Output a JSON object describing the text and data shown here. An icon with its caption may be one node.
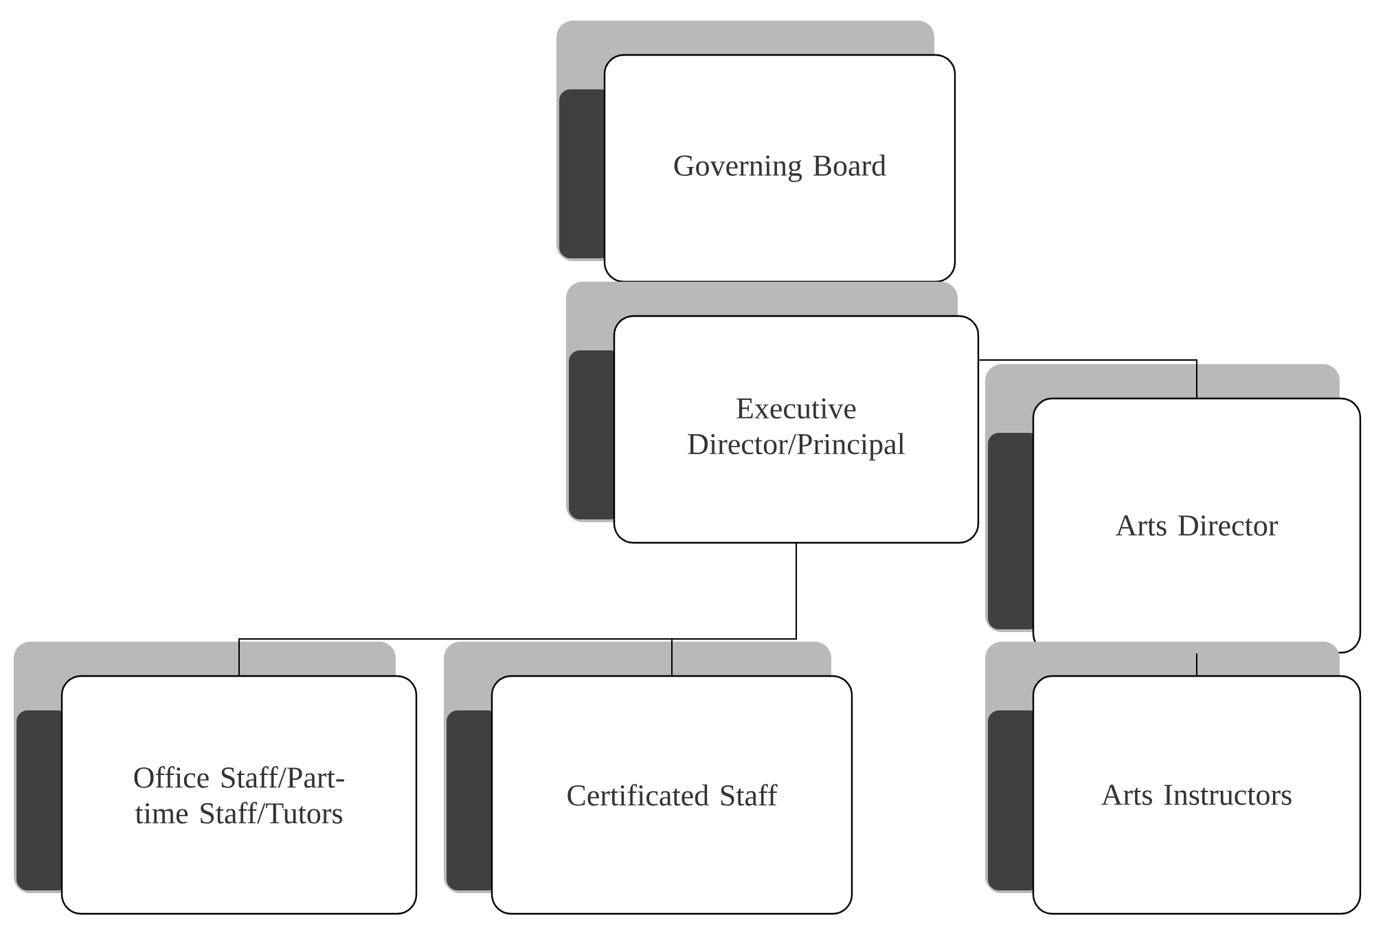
{
  "diagram": {
    "nodes": [
      {
        "text": [
          "Governing Board"
        ]
      },
      {
        "text": [
          "Executive Director/Principal"
        ]
      },
      {
        "text": [
          "Arts Director"
        ]
      },
      {
        "text": [
          "Office Staff/Part-time Staff/Tutors"
        ]
      },
      {
        "text": [
          "Certificated Staff"
        ]
      },
      {
        "text": [
          "Arts Instructors"
        ]
      }
    ],
    "edges": [
      {
        "from": 1,
        "to": 2,
        "arrow": "none"
      },
      {
        "from": 1,
        "to": 3,
        "arrow": "none"
      },
      {
        "from": 1,
        "to": 4,
        "arrow": "none"
      },
      {
        "from": 2,
        "to": 5,
        "arrow": "none"
      }
    ]
  }
}
